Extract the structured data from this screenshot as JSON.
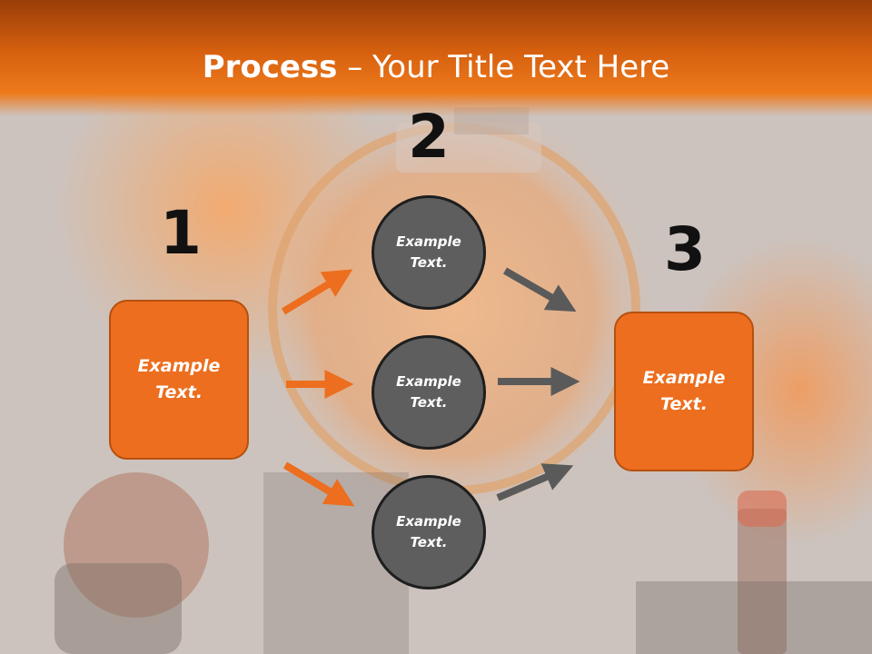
{
  "slide": {
    "title_bold": "Process",
    "title_rest": " – Your Title Text Here",
    "colors": {
      "accent": "#ec6e1e",
      "circle": "#5e5e5e",
      "gray_arrow": "#5a5a5a"
    }
  },
  "steps": [
    {
      "number": "1",
      "label_line1": "Example",
      "label_line2": "Text."
    },
    {
      "number": "2"
    },
    {
      "number": "3",
      "label_line1": "Example",
      "label_line2": "Text."
    }
  ],
  "circles": [
    {
      "label_line1": "Example",
      "label_line2": "Text."
    },
    {
      "label_line1": "Example",
      "label_line2": "Text."
    },
    {
      "label_line1": "Example",
      "label_line2": "Text."
    }
  ]
}
